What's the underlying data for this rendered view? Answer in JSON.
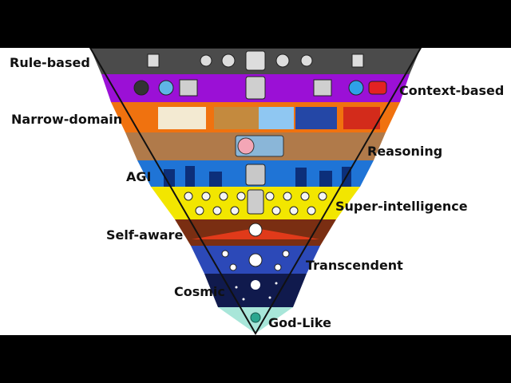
{
  "levels": [
    {
      "name": "Rule-based",
      "color": "#4b4b4b"
    },
    {
      "name": "Context-based",
      "color": "#9b10d6"
    },
    {
      "name": "Narrow-domain",
      "color": "#f0720f"
    },
    {
      "name": "Reasoning",
      "color": "#b07a4a"
    },
    {
      "name": "AGI",
      "color": "#1f74d6"
    },
    {
      "name": "Super-intelligence",
      "color": "#f2e600"
    },
    {
      "name": "Self-aware",
      "color": "#7a2e12"
    },
    {
      "name": "Transcendent",
      "color": "#2c49b8"
    },
    {
      "name": "Cosmic",
      "color": "#101a4d"
    },
    {
      "name": "God-Like",
      "color": "#a8e6d9"
    }
  ]
}
